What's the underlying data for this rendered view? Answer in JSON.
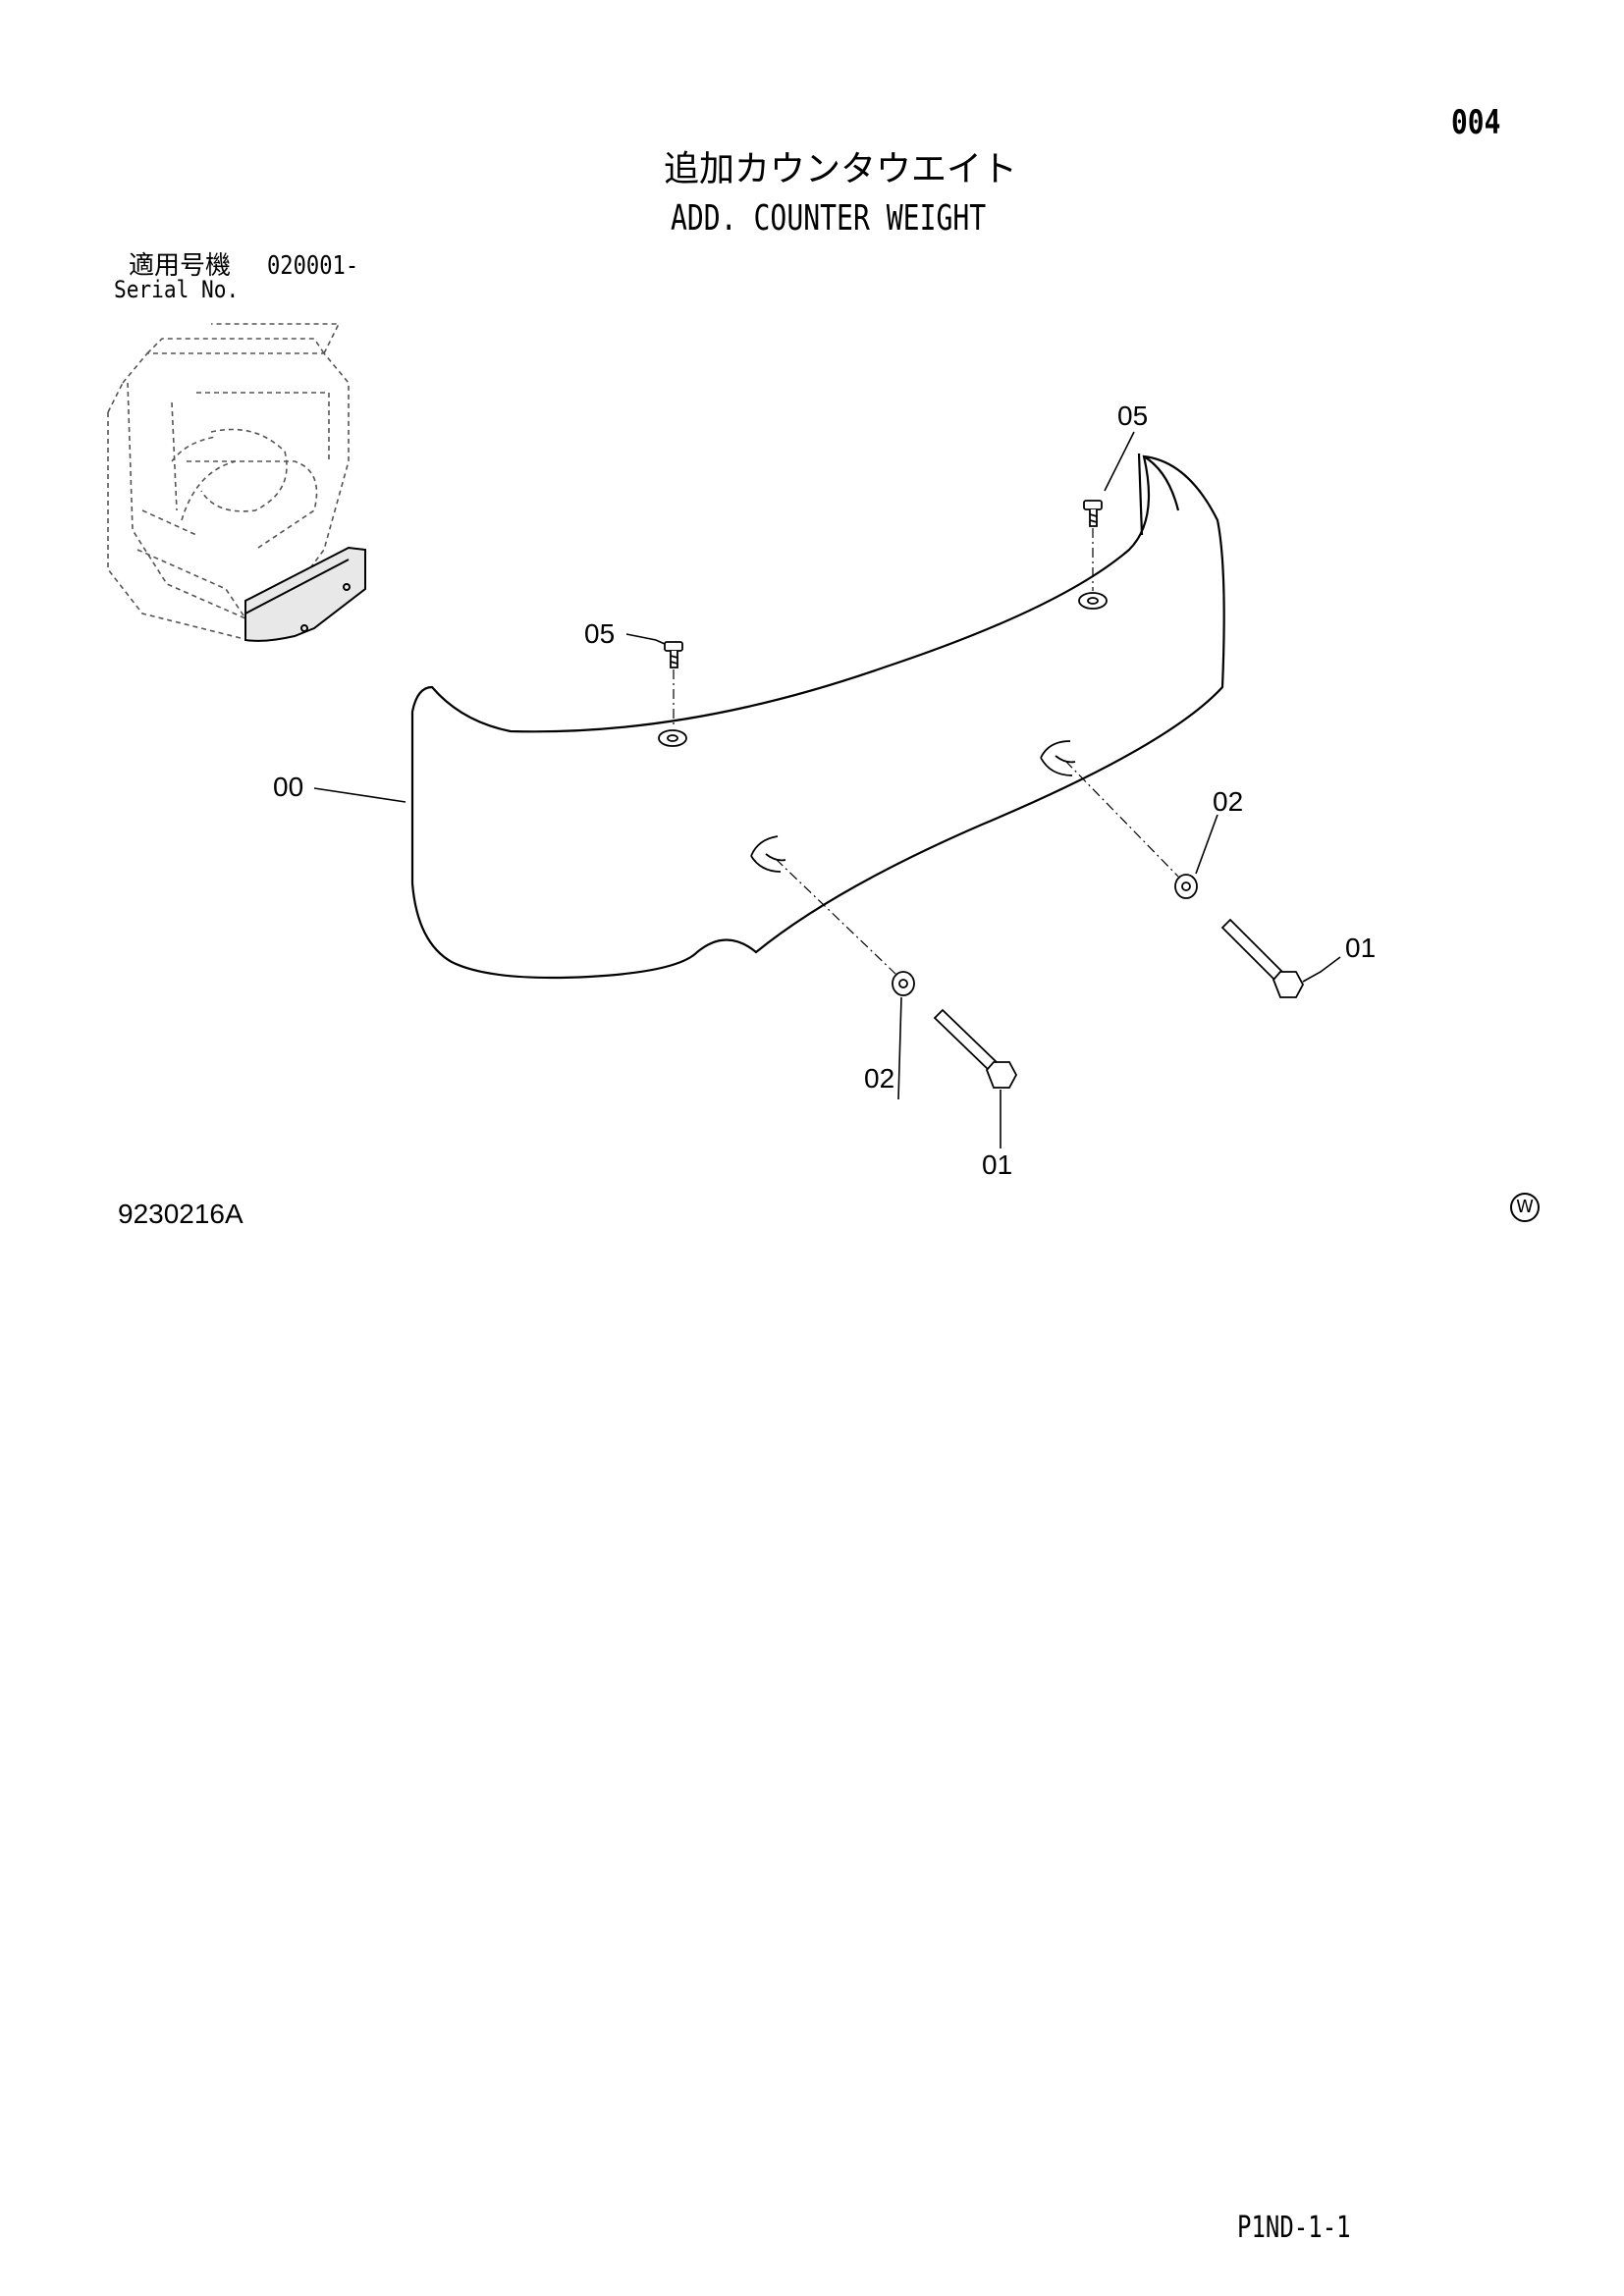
{
  "header": {
    "page_number": "004",
    "title_jp": "追加カウンタウエイト",
    "title_en": "ADD. COUNTER WEIGHT",
    "serial_label_jp": "適用号機",
    "serial_value": "020001-",
    "serial_label_en": "Serial No."
  },
  "callouts": {
    "part_00": "00",
    "part_01_right": "01",
    "part_01_bottom": "01",
    "part_02_right": "02",
    "part_02_bottom": "02",
    "part_05_top": "05",
    "part_05_left": "05"
  },
  "footer": {
    "drawing_code": "9230216A",
    "brand_mark": "W",
    "page_ref": "P1ND-1-1"
  }
}
